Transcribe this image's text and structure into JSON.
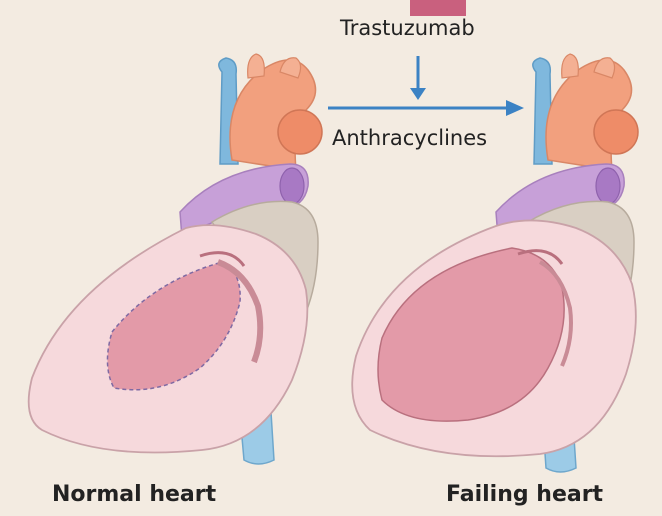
{
  "labels": {
    "drug_top": "Trastuzumab",
    "drug_bottom": "Anthracyclines",
    "normal_caption": "Normal heart",
    "failing_caption": "Failing heart"
  },
  "colors": {
    "background": "#f3ebe1",
    "arrow": "#3b82c4",
    "aorta": "#f2a07e",
    "pulmonary_artery": "#c7a0d8",
    "vena_cava": "#7fb8dd",
    "myocardium": "#f6d9dc",
    "chamber": "#e39aa8",
    "atrium": "#d9cfc3",
    "accent_tab": "#c9607e"
  },
  "icons": [
    "arrow-down-icon",
    "arrow-right-icon"
  ]
}
